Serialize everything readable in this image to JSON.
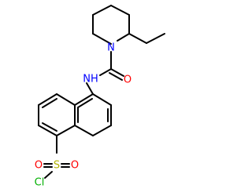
{
  "molecule": {
    "atoms": {
      "n_piperidine": {
        "label": "N",
        "color": "#0000FF"
      },
      "nh_amide": {
        "label": "NH",
        "color": "#0000FF"
      },
      "o_carbonyl": {
        "label": "O",
        "color": "#FF0000"
      },
      "s_sulfonyl": {
        "label": "S",
        "color": "#B2B200"
      },
      "o_sulfonyl_left": {
        "label": "O",
        "color": "#FF0000"
      },
      "o_sulfonyl_right": {
        "label": "O",
        "color": "#FF0000"
      },
      "cl": {
        "label": "Cl",
        "color": "#00B000"
      }
    }
  }
}
